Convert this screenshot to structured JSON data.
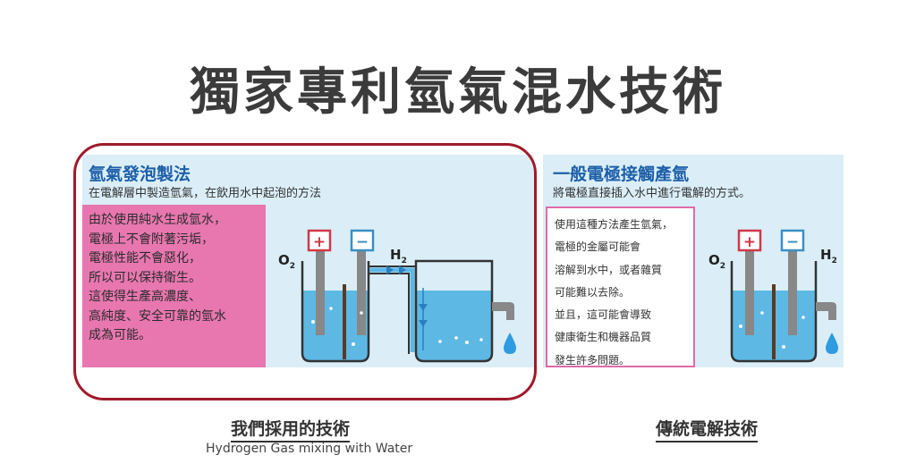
{
  "title": "獨家專利氫氣混水技術",
  "left": {
    "heading": "氫氣發泡製法",
    "subheading": "在電解層中製造氫氣，在飲用水中起泡的方法",
    "lines": [
      "由於使用純水生成氫水，",
      "電極上不會附著污垢，",
      "電極性能不會惡化，",
      "所以可以保持衛生。",
      "這使得生產高濃度、",
      "高純度、安全可靠的氫水",
      "成為可能。"
    ],
    "o2_label": "O",
    "h2_label": "H",
    "sub2": "2",
    "plus": "+",
    "minus": "−",
    "caption": "我們採用的技術",
    "caption_en": "Hydrogen Gas mixing with Water"
  },
  "right": {
    "heading": "一般電極接觸產氫",
    "subheading": "將電極直接插入水中進行電解的方式。",
    "lines": [
      "使用這種方法產生氫氣，",
      "電極的金屬可能會",
      "溶解到水中，或者雜質",
      "可能難以去除。",
      "並且，這可能會導致",
      "健康衛生和機器品質",
      "發生許多問題。"
    ],
    "o2_label": "O",
    "h2_label": "H",
    "sub2": "2",
    "plus": "+",
    "minus": "−",
    "caption": "傳統電解技術"
  },
  "colors": {
    "frame": "#a01a2a",
    "heading": "#1d5fa8",
    "panel": "#dbeef7",
    "pink": "#e877b0",
    "water": "#5db8e4",
    "electrode_plus": "#d0384a",
    "electrode_minus": "#3a8fc4"
  }
}
